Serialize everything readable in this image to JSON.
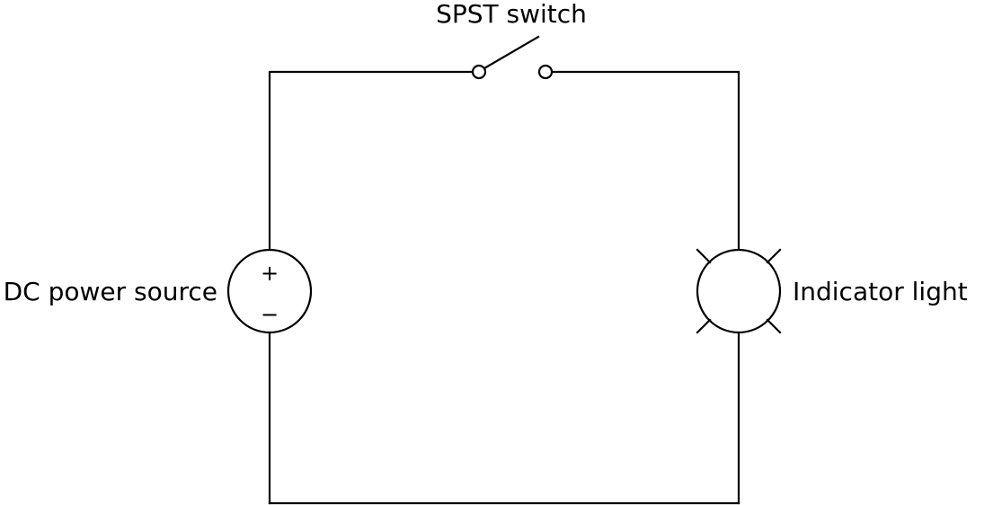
{
  "labels": {
    "switch": "SPST switch",
    "source": "DC power source",
    "light": "Indicator light"
  },
  "source_polarity": {
    "positive": "+",
    "negative": "−"
  },
  "colors": {
    "line": "#000000",
    "background": "#ffffff"
  }
}
